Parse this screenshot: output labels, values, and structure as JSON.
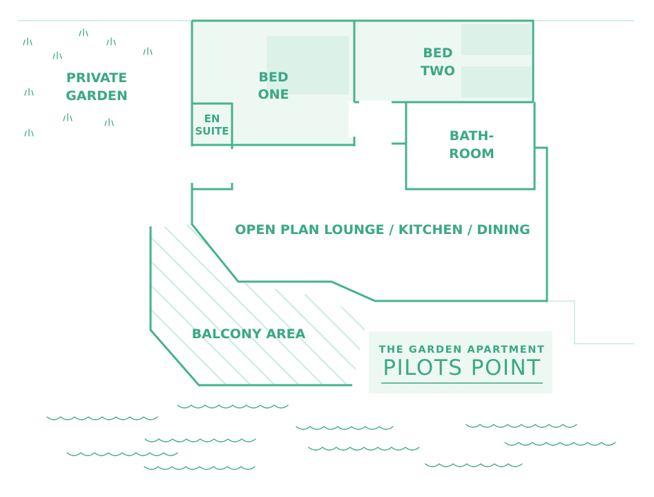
{
  "colors": {
    "wall": "#45b28e",
    "room_fill": "#eef8f3",
    "bed_fill": "#dcf1e8",
    "faint_line": "#d5efe5",
    "hatch": "#c9eadd",
    "text": "#3aa886"
  },
  "labels": {
    "private_garden_line1": "PRIVATE",
    "private_garden_line2": "GARDEN",
    "bed_one_line1": "BED",
    "bed_one_line2": "ONE",
    "bed_two_line1": "BED",
    "bed_two_line2": "TWO",
    "en_suite_line1": "EN",
    "en_suite_line2": "SUITE",
    "bathroom_line1": "BATH-",
    "bathroom_line2": "ROOM",
    "lounge": "OPEN PLAN LOUNGE / KITCHEN / DINING",
    "balcony": "BALCONY AREA"
  },
  "title_card": {
    "subtitle": "THE GARDEN APARTMENT",
    "name": "PILOTS POINT"
  },
  "icons": {
    "grass": "grass-tuft-icon",
    "water": "water-wave-icon"
  }
}
